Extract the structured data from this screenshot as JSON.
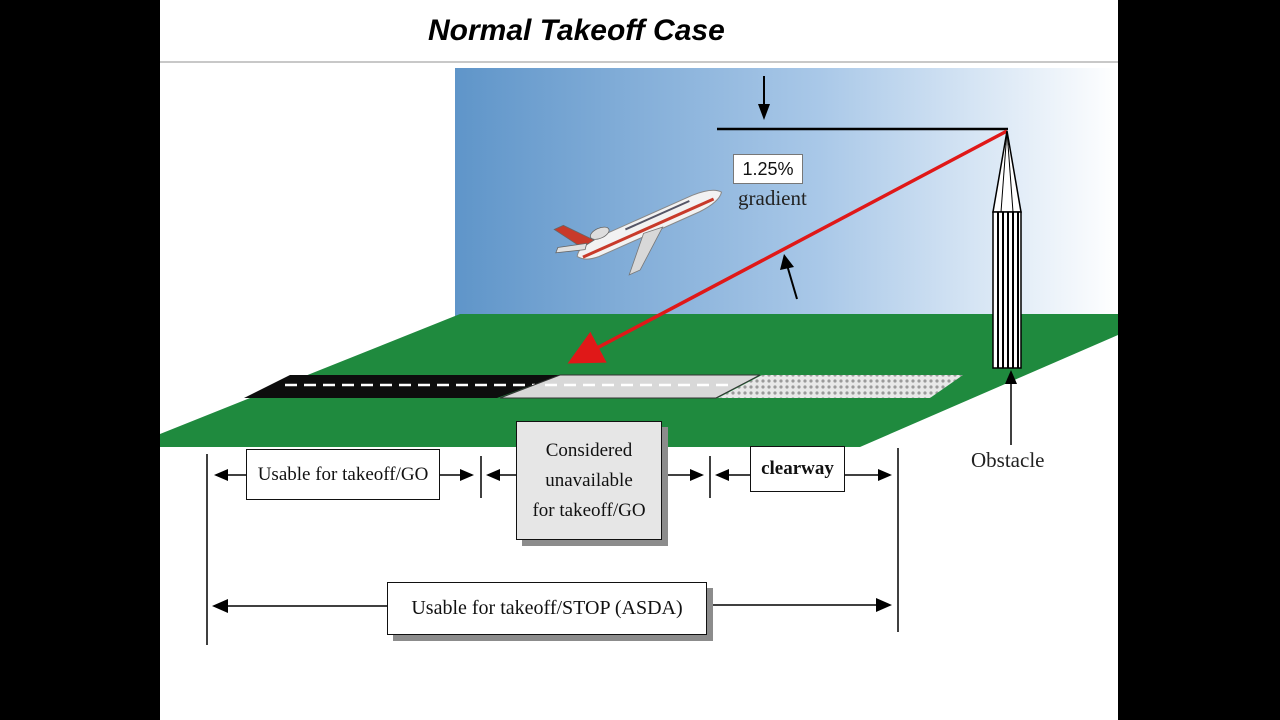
{
  "title": "Normal Takeoff Case",
  "gradient": {
    "value": "1.25%",
    "label": "gradient"
  },
  "obstacle_label": "Obstacle",
  "segments": {
    "go": "Usable for takeoff/GO",
    "unavailable_lines": [
      "Considered",
      "unavailable",
      "for takeoff/GO"
    ],
    "clearway": "clearway",
    "asda": "Usable for takeoff/STOP (ASDA)"
  },
  "colors": {
    "sky_top": "#5f95c9",
    "sky_bottom": "#ffffff",
    "ground": "#1f8a3e",
    "runway": "#111111",
    "stopway": "#d8d8d8",
    "flight_path": "#e01818",
    "airplane_body": "#f2f2f2",
    "airplane_stripe": "#c83a2a"
  }
}
